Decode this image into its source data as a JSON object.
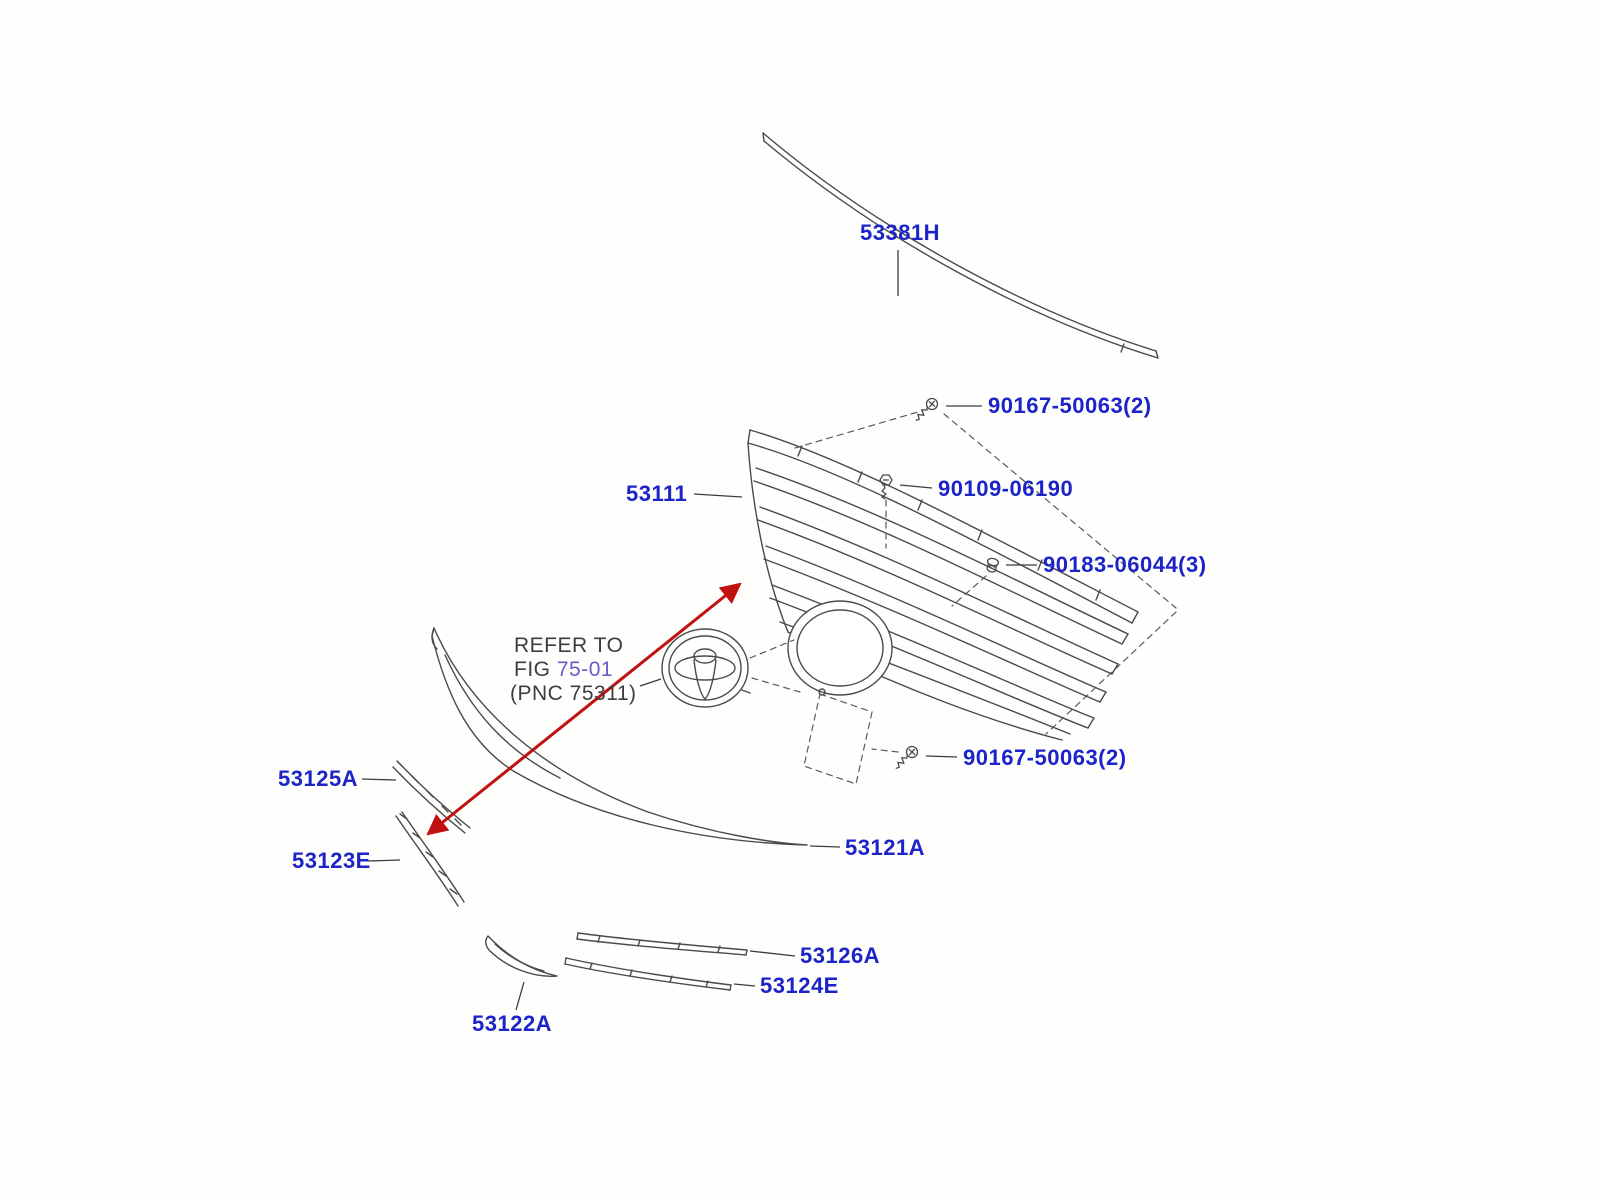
{
  "diagram": {
    "type": "exploded-parts-diagram",
    "subject": "radiator grille assembly",
    "colors": {
      "label_blue": "#1c23c8",
      "fig_link_purple": "#6f58c9",
      "line_gray": "#4a4a4a",
      "arrow_red": "#c01010",
      "background": "#fefefc"
    },
    "labels": {
      "part_53381H": "53381H",
      "part_53111": "53111",
      "screw_top": "90167-50063(2)",
      "bolt_mid": "90109-06190",
      "grommet": "90183-06044(3)",
      "screw_bottom": "90167-50063(2)",
      "part_53125A": "53125A",
      "part_53123E": "53123E",
      "part_53121A": "53121A",
      "part_53126A": "53126A",
      "part_53124E": "53124E",
      "part_53122A": "53122A"
    },
    "note": {
      "line1": "REFER TO",
      "line2_prefix": "FIG ",
      "line2_fig": "75-01",
      "line3": "(PNC 75311)"
    }
  }
}
